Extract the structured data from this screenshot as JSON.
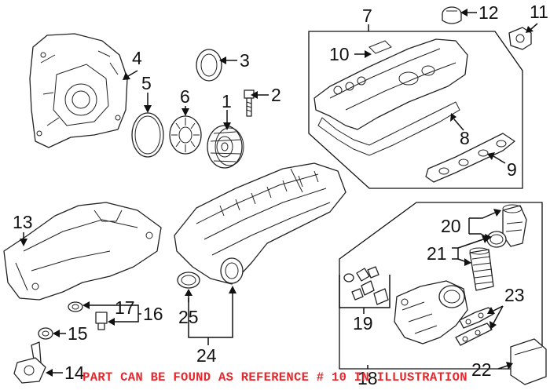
{
  "callouts": {
    "c1": "1",
    "c2": "2",
    "c3": "3",
    "c4": "4",
    "c5": "5",
    "c6": "6",
    "c7": "7",
    "c8": "8",
    "c9": "9",
    "c10": "10",
    "c11": "11",
    "c12": "12",
    "c13": "13",
    "c14": "14",
    "c15": "15",
    "c16": "16",
    "c17": "17",
    "c18": "18",
    "c19": "19",
    "c20": "20",
    "c21": "21",
    "c22": "22",
    "c23": "23",
    "c24": "24",
    "c25": "25"
  },
  "banner": {
    "text": "PART CAN BE FOUND AS REFERENCE # 10 IN ILLUSTRATION",
    "color": "#e8262b"
  }
}
